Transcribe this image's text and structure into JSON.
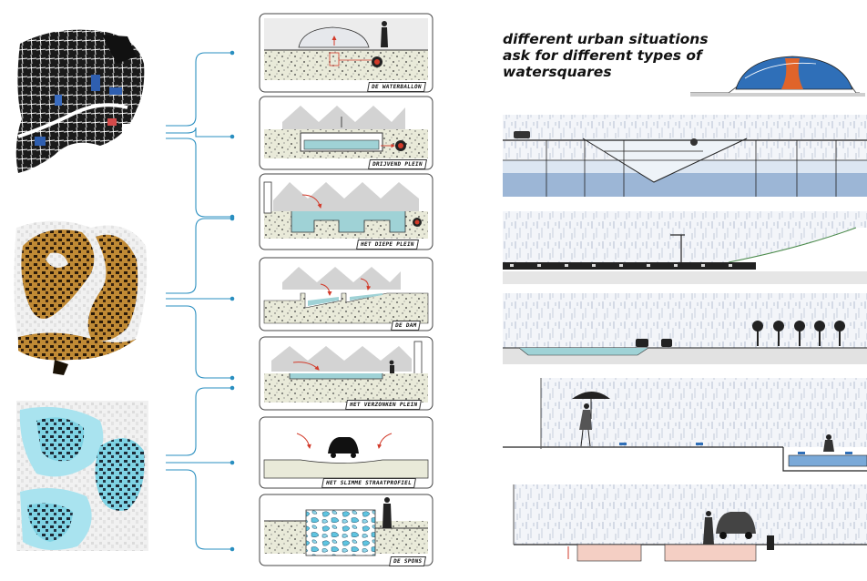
{
  "headline": {
    "line1": "different urban situations",
    "line2": "ask for different types of",
    "line3": "watersquares"
  },
  "maps": [
    {
      "name": "map-dark-blocks",
      "palette": "black-blue"
    },
    {
      "name": "map-ochre-ring",
      "palette": "ochre"
    },
    {
      "name": "map-cyan-clusters",
      "palette": "cyan"
    }
  ],
  "cards": [
    {
      "label": "DE WATERBALLON",
      "icon": "balloon"
    },
    {
      "label": "DRIJVEND PLEIN",
      "icon": "floating-square"
    },
    {
      "label": "HET DIEPE PLEIN",
      "icon": "deep-square"
    },
    {
      "label": "DE DAM",
      "icon": "dam"
    },
    {
      "label": "HET VERZONKEN PLEIN",
      "icon": "sunken-square"
    },
    {
      "label": "HET SLIMME STRAATPROFIEL",
      "icon": "smart-street"
    },
    {
      "label": "DE SPONS",
      "icon": "sponge"
    }
  ],
  "colors": {
    "connector": "#2a8fc0",
    "water_blue": "#2f6fb8",
    "balloon_orange": "#e0642a",
    "ochre": "#b8771f",
    "cyan": "#7fd3e4",
    "rain": "#9aa8c0"
  }
}
